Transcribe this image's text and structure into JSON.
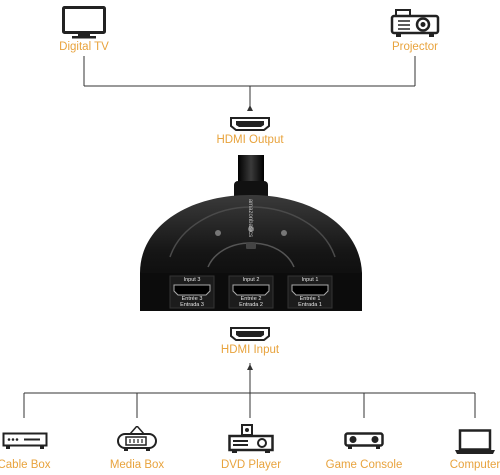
{
  "outputs": {
    "digital_tv": {
      "label": "Digital TV",
      "icon": "tv-icon"
    },
    "projector": {
      "label": "Projector",
      "icon": "projector-icon"
    }
  },
  "hdmi_output": {
    "label": "HDMI Output",
    "icon": "hdmi-port-icon"
  },
  "hdmi_input": {
    "label": "HDMI Input",
    "icon": "hdmi-port-icon"
  },
  "switch": {
    "brand": "amazonbasics",
    "ports": [
      {
        "name": "Input 3",
        "sub1": "Entrée 3",
        "sub2": "Entrada 3"
      },
      {
        "name": "Input 2",
        "sub1": "Entrée 2",
        "sub2": "Entrada 2"
      },
      {
        "name": "Input 1",
        "sub1": "Entrée 1",
        "sub2": "Entrada 1"
      }
    ]
  },
  "inputs": [
    {
      "label": "Cable Box",
      "icon": "cable-box-icon"
    },
    {
      "label": "Media Box",
      "icon": "media-box-icon"
    },
    {
      "label": "DVD Player",
      "icon": "dvd-player-icon"
    },
    {
      "label": "Game Console",
      "icon": "game-console-icon"
    },
    {
      "label": "Computer",
      "icon": "laptop-icon"
    }
  ],
  "colors": {
    "label_accent": "#e8a33d",
    "line": "#333333",
    "device_body": "#111111"
  }
}
